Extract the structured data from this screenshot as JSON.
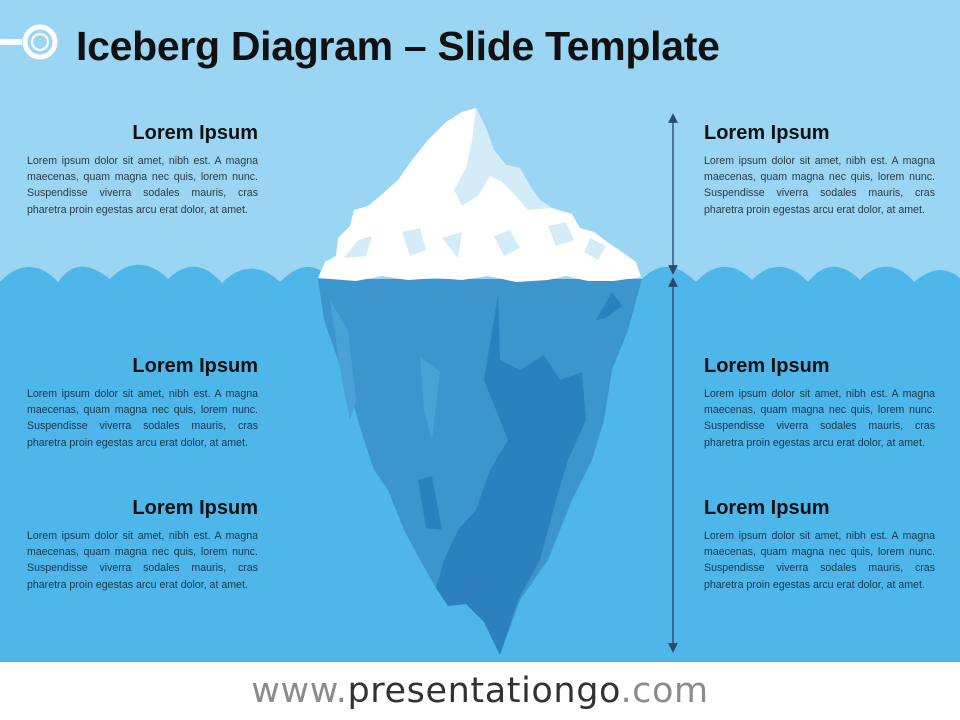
{
  "title": "Iceberg Diagram – Slide Template",
  "colors": {
    "sky": "#9ad6f4",
    "water": "#4fb6ea",
    "berg_under": "#3d95cd",
    "berg_deep": "#2a81bd",
    "ice": "#ffffff",
    "ice_shade": "#d3ecf8",
    "arrow": "#2a4b6d"
  },
  "blocks": {
    "above_left": {
      "heading": "Lorem Ipsum",
      "body": "Lorem ipsum dolor sit amet, nibh est. A magna maecenas, quam magna nec quis, lorem nunc. Suspendisse viverra sodales mauris, cras pharetra proin egestas arcu erat dolor, at amet."
    },
    "above_right": {
      "heading": "Lorem Ipsum",
      "body": "Lorem ipsum dolor sit amet, nibh est. A magna maecenas, quam magna nec quis, lorem nunc. Suspendisse viverra sodales mauris, cras pharetra proin egestas arcu erat dolor, at amet."
    },
    "below_left_1": {
      "heading": "Lorem Ipsum",
      "body": "Lorem ipsum dolor sit amet, nibh est. A magna maecenas, quam magna nec quis, lorem nunc. Suspendisse viverra sodales mauris, cras pharetra proin egestas arcu erat dolor, at amet."
    },
    "below_left_2": {
      "heading": "Lorem Ipsum",
      "body": "Lorem ipsum dolor sit amet, nibh est. A magna maecenas, quam magna nec quis, lorem nunc. Suspendisse viverra sodales mauris, cras pharetra proin egestas arcu erat dolor, at amet."
    },
    "below_right_1": {
      "heading": "Lorem Ipsum",
      "body": "Lorem ipsum dolor sit amet, nibh est. A magna maecenas, quam magna nec quis, lorem nunc. Suspendisse viverra sodales mauris, cras pharetra proin egestas arcu erat dolor, at amet."
    },
    "below_right_2": {
      "heading": "Lorem Ipsum",
      "body": "Lorem ipsum dolor sit amet, nibh est. A magna maecenas, quam magna nec quis, lorem nunc. Suspendisse viverra sodales mauris, cras pharetra proin egestas arcu erat dolor, at amet."
    }
  },
  "footer": {
    "prefix": "www.",
    "brand": "presentationgo",
    "suffix": ".com"
  }
}
